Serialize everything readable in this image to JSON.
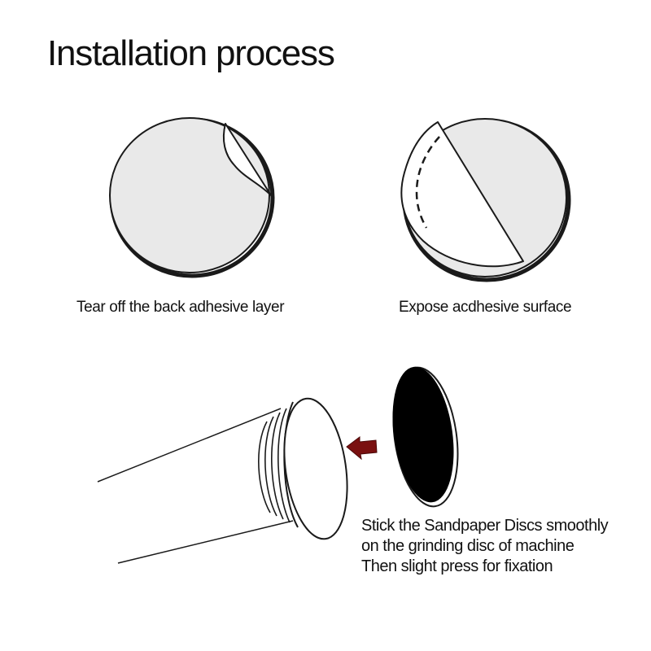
{
  "title": "Installation process",
  "steps": [
    {
      "label": "Tear off the back adhesive layer"
    },
    {
      "label": "Expose acdhesive surface"
    },
    {
      "lines": [
        "Stick the Sandpaper Discs smoothly",
        "on the grinding disc of machine",
        "Then slight press for fixation"
      ]
    }
  ],
  "colors": {
    "line": "#1a1a1a",
    "disc_fill": "#e9e9e9",
    "sandpaper": "#000000",
    "arrow": "#7a1010"
  },
  "icons": {
    "step1": "disc-peel-icon",
    "step2": "disc-exposed-icon",
    "step3": "machine-pad-icon"
  }
}
